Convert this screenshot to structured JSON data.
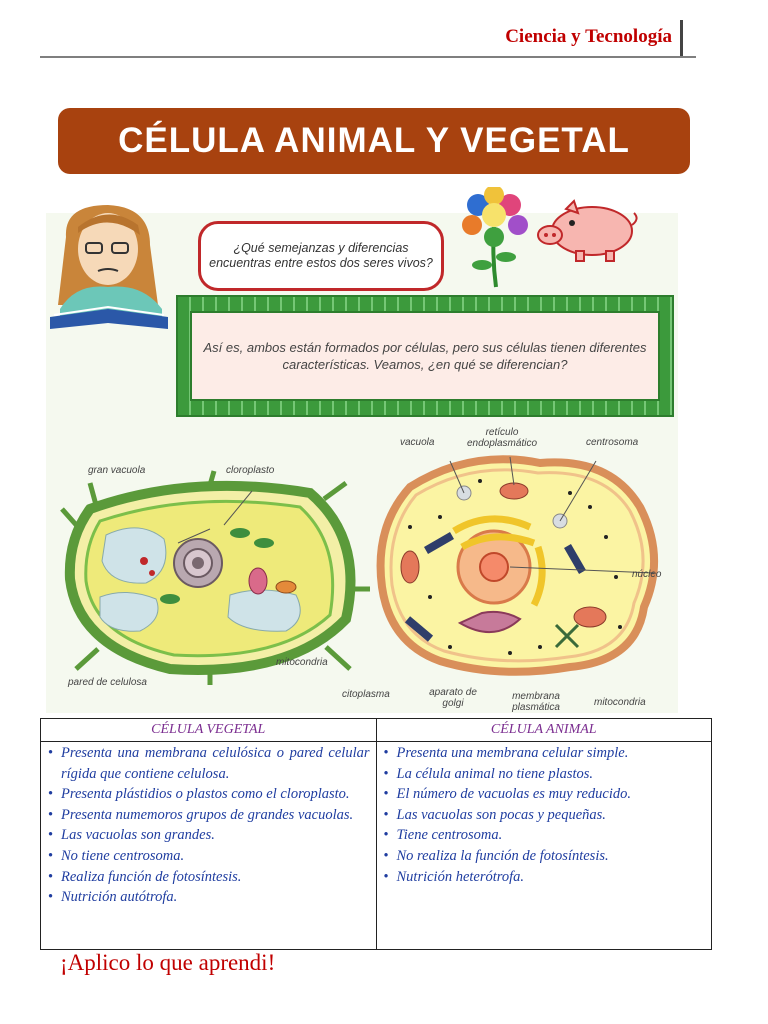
{
  "header": {
    "title": "Ciencia y Tecnología"
  },
  "banner": {
    "title": "CÉLULA ANIMAL Y VEGETAL"
  },
  "illustration": {
    "question": "¿Qué semejanzas y diferencias encuentras entre estos dos seres vivos?",
    "answer": "Así es, ambos están formados por células, pero sus células tienen diferentes características. Veamos, ¿en qué se diferencian?",
    "plant_labels": {
      "vacuole": "gran vacuola",
      "chloroplast": "cloroplasto",
      "mitochondria": "mitocondria",
      "wall": "pared de celulosa"
    },
    "animal_labels": {
      "vacuole": "vacuola",
      "er": "retículo endoplasmático",
      "centrosome": "centrosoma",
      "nucleus": "núcleo",
      "cytoplasm": "citoplasma",
      "golgi": "aparato de golgi",
      "membrane": "membrana plasmática",
      "mitochondria": "mitocondria"
    },
    "colors": {
      "plant_wall": "#5b9a3a",
      "cytoplasm": "#f2ee7a",
      "animal_border": "#d98f5a"
    }
  },
  "table": {
    "headers": [
      "CÉLULA VEGETAL",
      "CÉLULA ANIMAL"
    ],
    "vegetal": [
      "Presenta una membrana celulósica o pared celular rígida que contiene celulosa.",
      "Presenta plástidios o plastos como el cloroplasto.",
      "Presenta numemoros grupos de grandes vacuolas.",
      "Las vacuolas son grandes.",
      "No tiene centrosoma.",
      "Realiza función de fotosíntesis.",
      "Nutrición autótrofa."
    ],
    "animal": [
      "Presenta una membrana celular simple.",
      "La célula animal no tiene plastos.",
      "El número de vacuolas es muy reducido.",
      "Las vacuolas son pocas y pequeñas.",
      "Tiene centrosoma.",
      "No realiza la función de fotosíntesis.",
      "Nutrición heterótrofa."
    ]
  },
  "footer": {
    "text": "¡Aplico lo que aprendi!"
  }
}
